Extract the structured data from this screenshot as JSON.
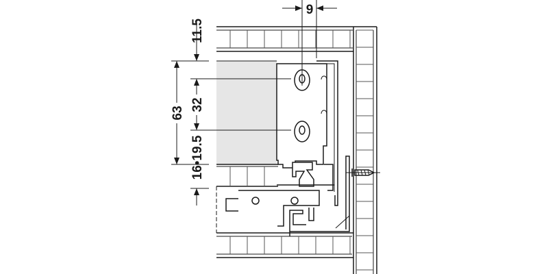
{
  "drawing": {
    "dimensions": {
      "horizontal_offset": "9",
      "top_offset": "11.5",
      "total_height": "63",
      "hole_spacing": "32",
      "bottom_offsets": "16•19.5"
    },
    "colors": {
      "line": "#1a1a1a",
      "drawer_side_fill": "#e6e6e6",
      "panel_cells": "#555555"
    }
  }
}
